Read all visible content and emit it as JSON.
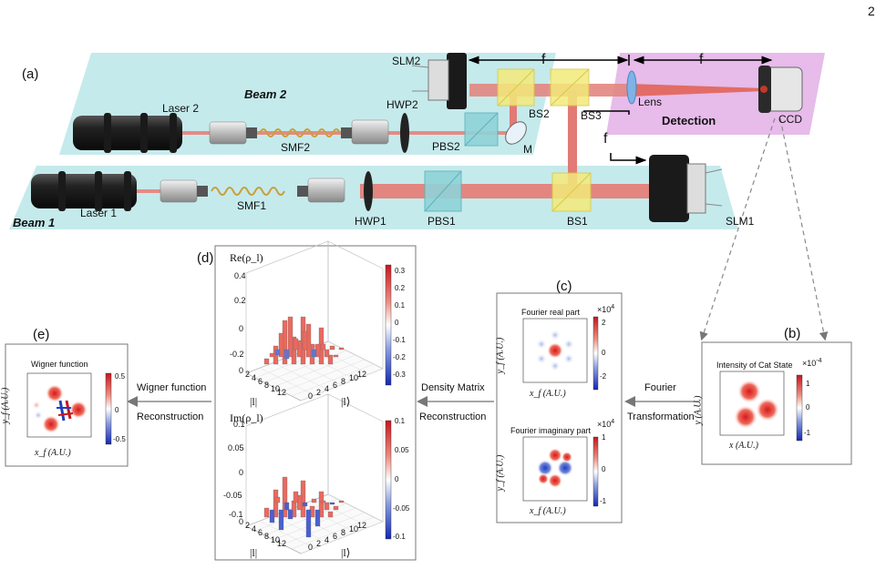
{
  "page_number": "2",
  "setup": {
    "panel_label": "(a)",
    "beam2": "Beam 2",
    "beam1": "Beam 1",
    "detection": "Detection",
    "laser2": "Laser 2",
    "laser1": "Laser 1",
    "smf2": "SMF2",
    "smf1": "SMF1",
    "hwp2": "HWP2",
    "hwp1": "HWP1",
    "pbs2": "PBS2",
    "pbs1": "PBS1",
    "slm2": "SLM2",
    "slm1": "SLM1",
    "bs2": "BS2",
    "bs3": "BS3",
    "bs1": "BS1",
    "mirror": "M",
    "lens": "Lens",
    "ccd": "CCD",
    "focal": "f"
  },
  "panel_b": {
    "label": "(b)",
    "title": "Intensity of Cat State",
    "exponent": "×10",
    "exp_power": "-4",
    "xlabel": "x (A.U.)",
    "ylabel": "y (A.U.)",
    "ticks": [
      "1",
      "0",
      "-1"
    ]
  },
  "panel_c": {
    "label": "(c)",
    "real_title": "Fourier real part",
    "imag_title": "Fourier imaginary part",
    "exponent": "×10",
    "exp_power": "4",
    "xlabel": "x_f (A.U.)",
    "ylabel": "y_f (A.U.)",
    "real_ticks": [
      "2",
      "0",
      "-2"
    ],
    "imag_ticks": [
      "1",
      "0",
      "-1"
    ]
  },
  "panel_d": {
    "label": "(d)",
    "re_title": "Re(ρ_l)",
    "im_title": "Im(ρ_l)",
    "re_zticks": [
      "0.2",
      "0",
      "-0.2"
    ],
    "re_zticks_b": [
      "0.4"
    ],
    "re_cbar": [
      "0.3",
      "0.2",
      "0.1",
      "0",
      "-0.1",
      "-0.2",
      "-0.3"
    ],
    "im_zticks": [
      "0.1",
      "0.05",
      "0",
      "-0.05",
      "-0.1"
    ],
    "im_cbar": [
      "0.1",
      "0.05",
      "0",
      "-0.05",
      "-0.1"
    ],
    "l_ticks": [
      "0",
      "2",
      "4",
      "6",
      "8",
      "10",
      "12"
    ],
    "axis_l_bra": "|l|",
    "axis_l_ket": "|l⟩"
  },
  "panel_e": {
    "label": "(e)",
    "title": "Wigner function",
    "xlabel": "x_f (A.U.)",
    "ylabel": "y_f (A.U.)",
    "ticks": [
      "0.5",
      "0",
      "-0.5"
    ]
  },
  "flow": {
    "fourier_1": "Fourier",
    "fourier_2": "Transformation",
    "dm_1": "Density Matrix",
    "dm_2": "Reconstruction",
    "wf_1": "Wigner function",
    "wf_2": "Reconstruction"
  }
}
